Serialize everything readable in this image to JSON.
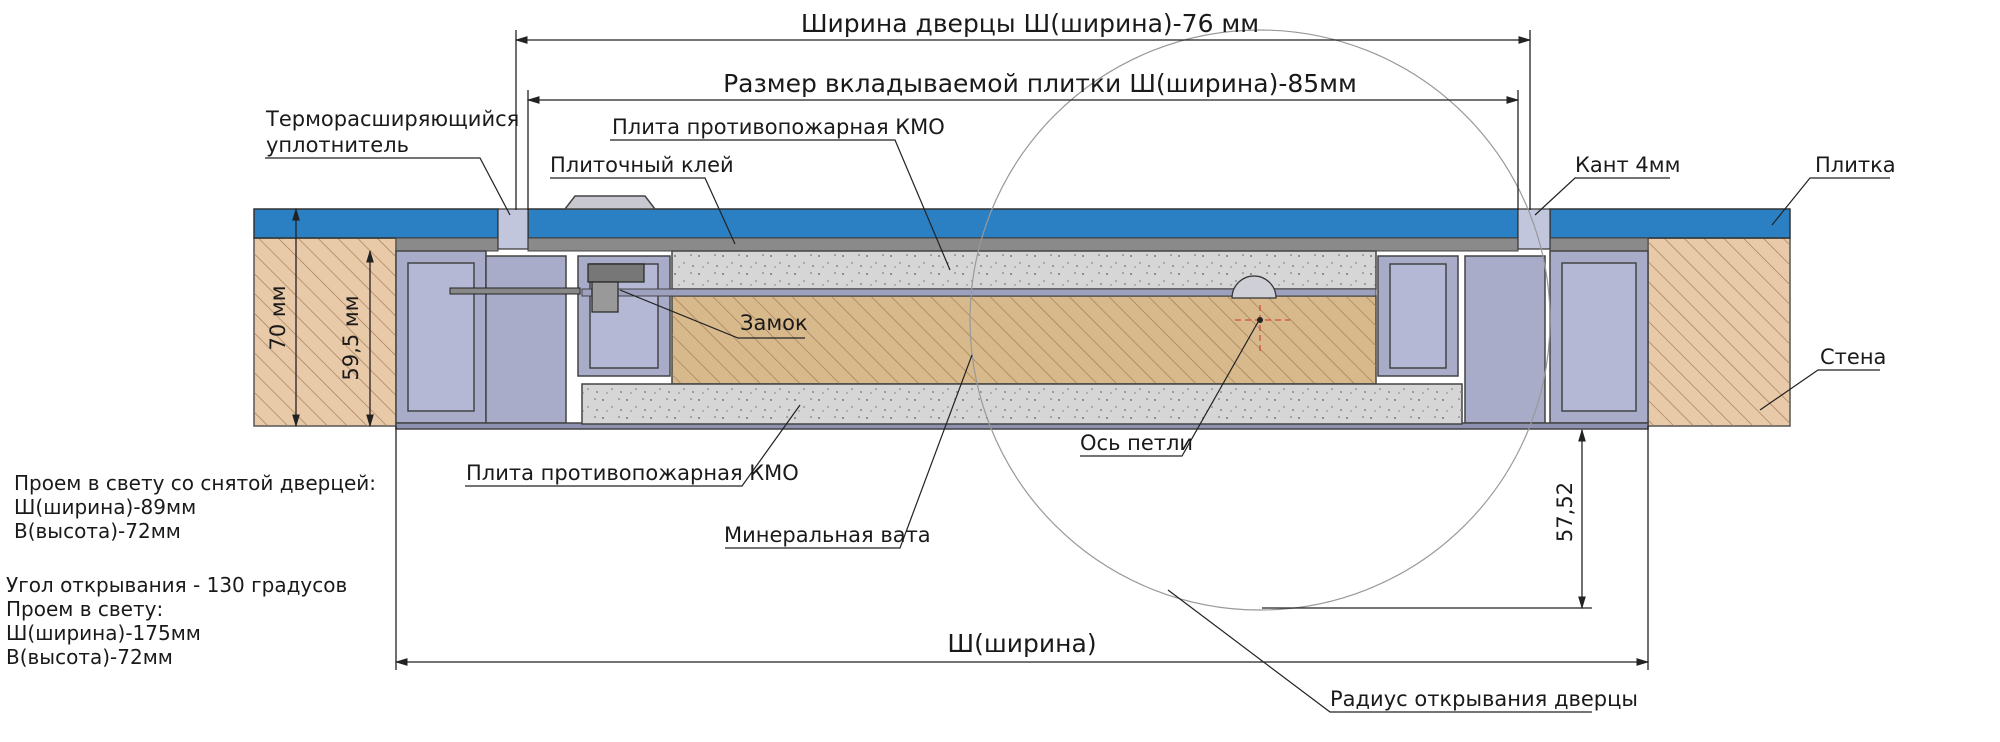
{
  "dimensions": {
    "door_width": "Ширина дверцы Ш(ширина)-76 мм",
    "tile_size": "Размер вкладываемой плитки Ш(ширина)-85мм",
    "total_width": "Ш(ширина)",
    "height_total": "70 мм",
    "height_inner": "59,5 мм",
    "depth_57": "57,52"
  },
  "labels": {
    "seal_line1": "Терморасширяющийся",
    "seal_line2": "уплотнитель",
    "fire_board_top": "Плита противопожарная КМО",
    "tile_glue": "Плиточный клей",
    "edge": "Кант 4мм",
    "tile": "Плитка",
    "wall": "Стена",
    "lock": "Замок",
    "hinge_axis": "Ось петли",
    "fire_board_bottom": "Плита противопожарная КМО",
    "mineral_wool": "Минеральная вата",
    "door_radius": "Радиус открывания дверцы"
  },
  "notes": {
    "block1_line1": "Проем в свету со снятой дверцей:",
    "block1_line2": "Ш(ширина)-89мм",
    "block1_line3": "В(высота)-72мм",
    "block2_line1": "Угол открывания - 130 градусов",
    "block2_line2": "Проем в свету:",
    "block2_line3": "Ш(ширина)-175мм",
    "block2_line4": "В(высота)-72мм"
  },
  "colors": {
    "tile": "#2b7fc3",
    "wall": "#e8c9a8",
    "concrete": "#d6d6d6",
    "mineral_wool": "#d7b98c",
    "profile": "#a8acc8",
    "glue": "#8a8a8a"
  }
}
